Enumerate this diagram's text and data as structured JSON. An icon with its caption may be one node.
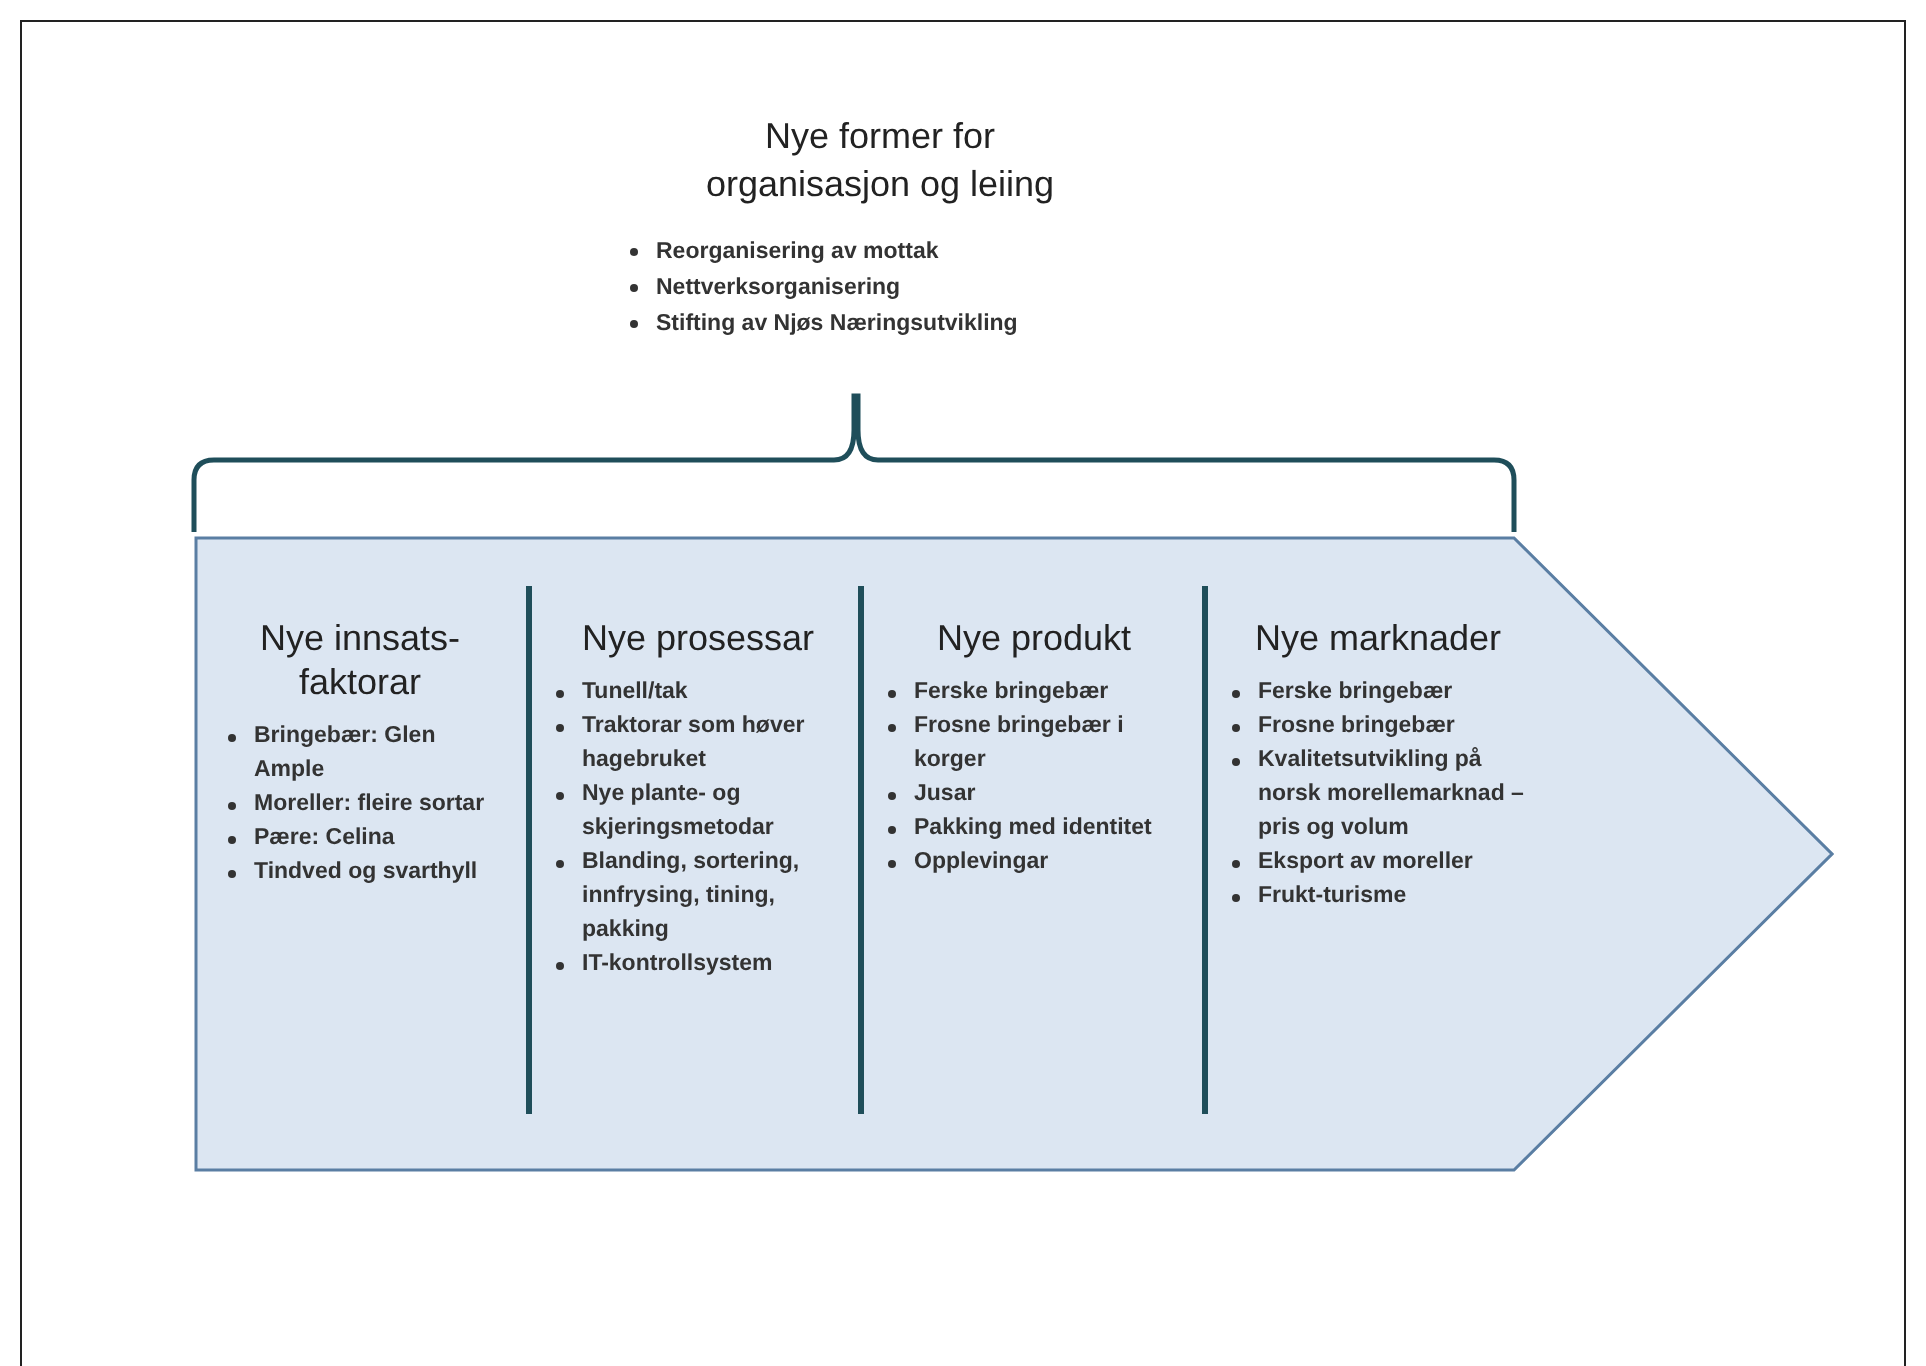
{
  "diagram": {
    "title": "Nye former for organisasjon og leiing",
    "nodes": [
      {
        "text": [],
        "shape": "arrow"
      },
      {
        "text": [
          "Nye innsats-faktorar",
          "Bringebær: Glen Ample",
          "Moreller: fleire sortar",
          "Pære: Celina",
          "Tindved og svarthyll"
        ],
        "in": 0
      },
      {
        "text": [
          "Nye prosessar",
          "Tunell/tak",
          "Traktorar som høver hagebruket",
          "Nye plante- og skjeringsmetodar",
          "Blanding, sortering, innfrysing, tining, pakking",
          "IT-kontrollsystem"
        ],
        "in": 0
      },
      {
        "text": [
          "Nye produkt",
          "Ferske bringebær",
          "Frosne bringebær i korger",
          "Jusar",
          "Pakking med identitet",
          "Opplevingar"
        ],
        "in": 0
      },
      {
        "text": [
          "Nye marknader",
          "Ferske bringebær",
          "Frosne bringebær",
          "Kvalitetsutvikling på norsk morellemarknad – pris og volum",
          "Eksport av moreller",
          "Frukt-turisme"
        ],
        "in": 0
      }
    ],
    "labels": [
      "Reorganisering av mottak",
      "Nettverksorganisering",
      "Stifting av Njøs Næringsutvikling"
    ]
  }
}
